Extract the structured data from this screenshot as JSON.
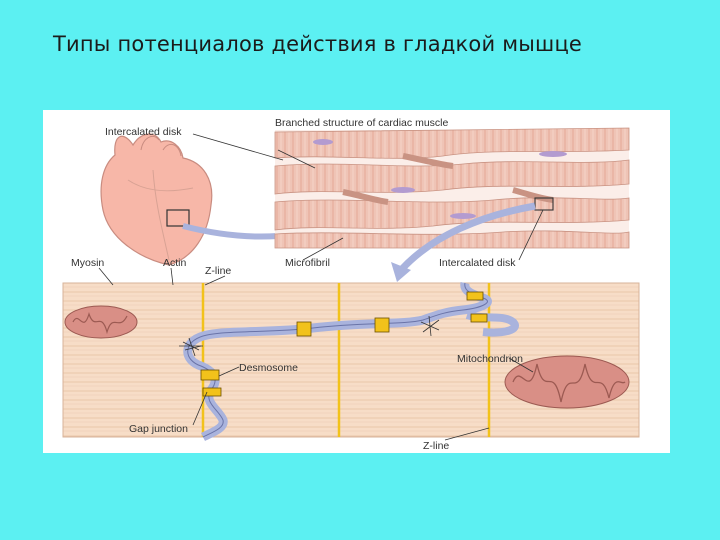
{
  "slide": {
    "title": "Типы потенциалов действия в гладкой мышце"
  },
  "figure": {
    "labels": {
      "intercalated_disk_top": "Intercalated disk",
      "branched_structure": "Branched structure of cardiac muscle",
      "myosin": "Myosin",
      "actin": "Actin",
      "z_line_top": "Z-line",
      "microfibril": "Microfibril",
      "intercalated_disk_right": "Intercalated disk",
      "desmosome": "Desmosome",
      "mitochondrion": "Mitochondrion",
      "gap_junction": "Gap junction",
      "z_line_bottom": "Z-line"
    },
    "colors": {
      "heart": "#f7b7a8",
      "muscle": "#efc4b6",
      "sarcomere": "#f7ddc7",
      "z_line": "#f2c21b",
      "membrane": "#a9b3dd",
      "arrow": "#a9b3dd",
      "mitochondrion": "#d98f86"
    }
  }
}
